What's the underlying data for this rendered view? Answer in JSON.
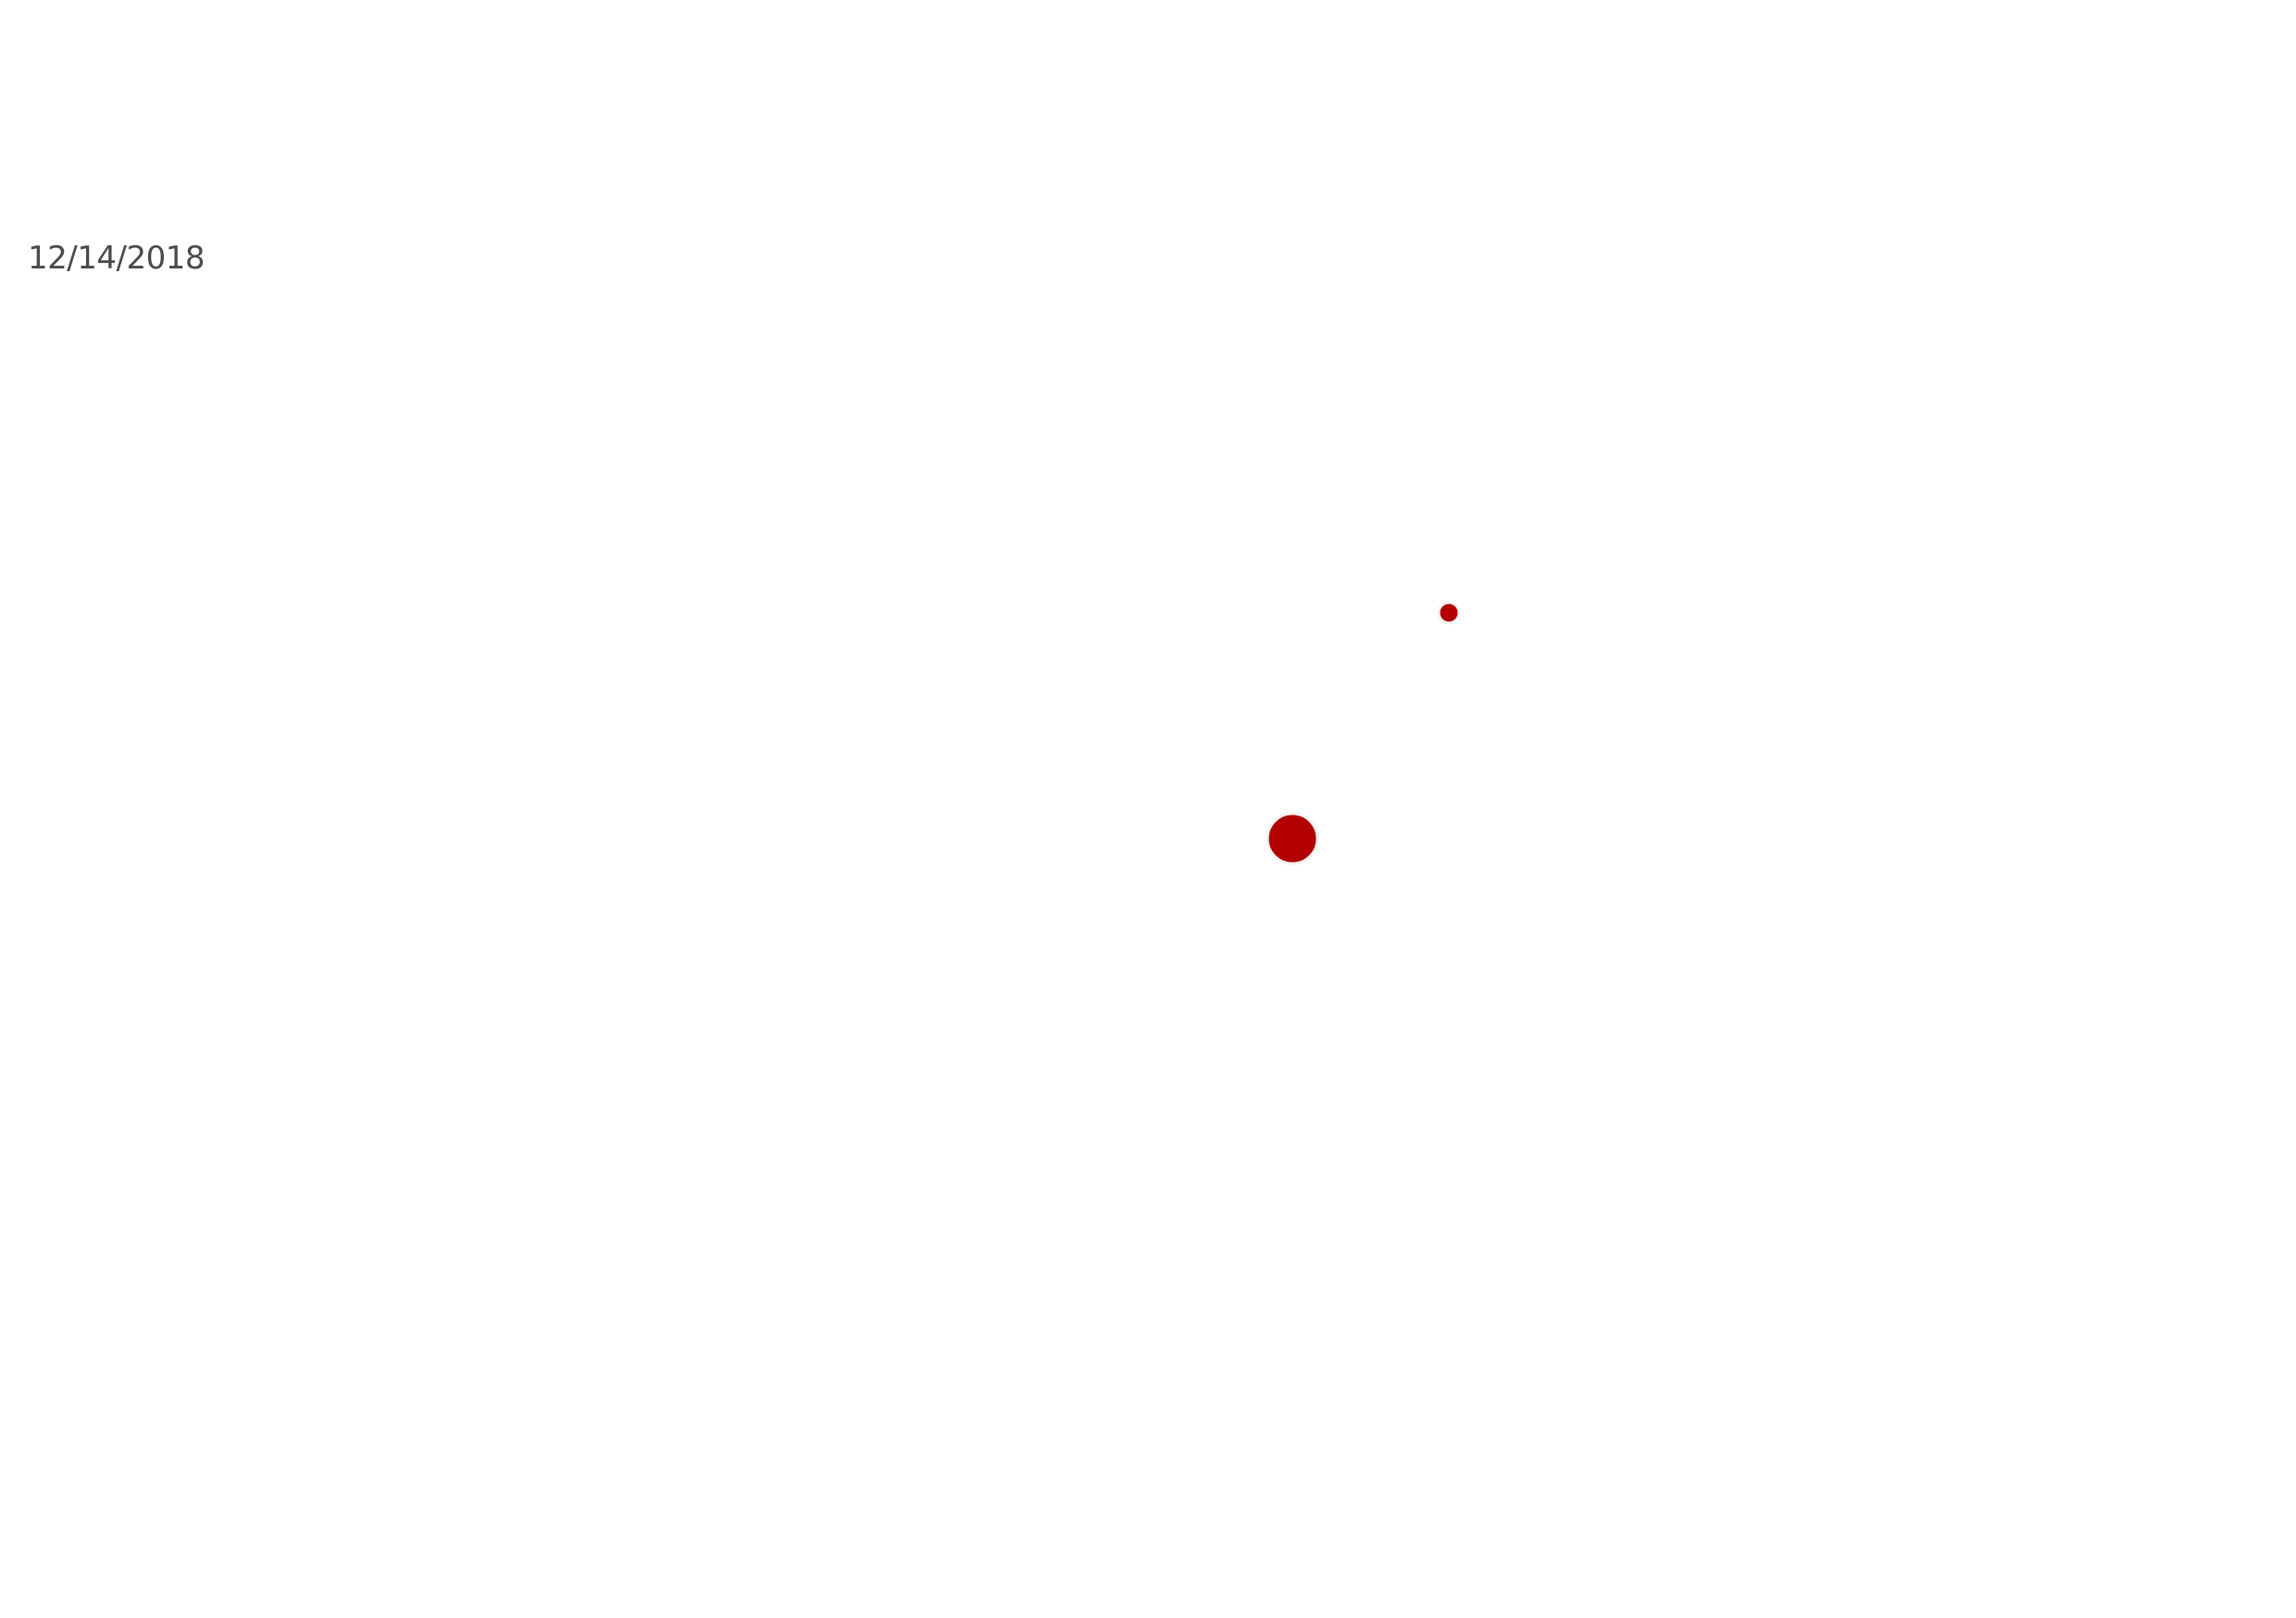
{
  "date_label": "12/14/2018",
  "markers": [
    {
      "name": "marker-small",
      "size_class": "small"
    },
    {
      "name": "marker-large",
      "size_class": "large"
    }
  ],
  "colors": {
    "marker_fill": "#b30000",
    "marker_stroke": "#f2f2f2",
    "text": "#4a4a4a",
    "background": "#ffffff"
  }
}
